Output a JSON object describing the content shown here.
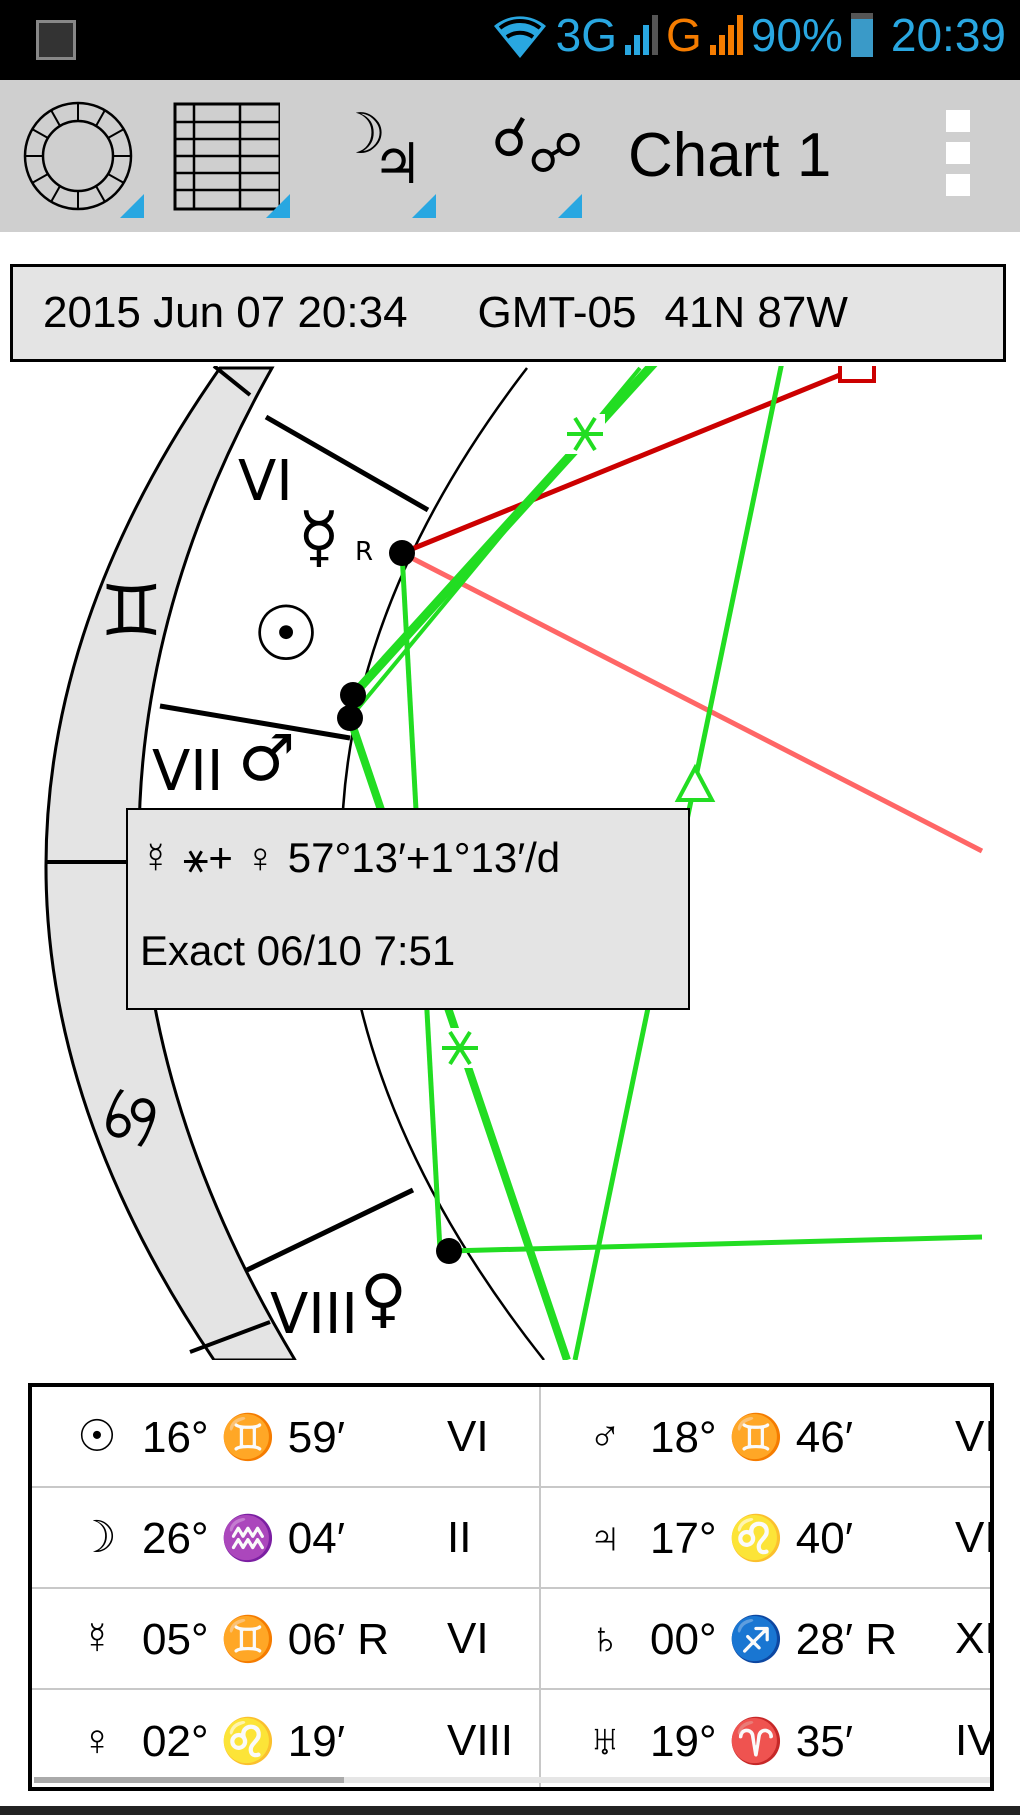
{
  "status_bar": {
    "net1": "3G",
    "net2": "G",
    "battery": "90%",
    "time": "20:39"
  },
  "toolbar": {
    "title": "Chart 1",
    "tools": [
      "wheel-chart",
      "table-view",
      "moon-jupiter",
      "aspect-view"
    ]
  },
  "info": {
    "datetime": "2015 Jun 07 20:34",
    "timezone": "GMT-05",
    "location": "41N 87W"
  },
  "chart": {
    "labels": {
      "house6": "VI",
      "house7": "VII",
      "house8": "VIII",
      "gemini": "♊",
      "cancer": "♋",
      "sun": "☉",
      "mercury": "☿",
      "mercury_retro": "R",
      "mars": "♂",
      "venus": "♀"
    },
    "colors": {
      "harmonious": "#22dd22",
      "hard": "#cc0000",
      "soft_hard": "#ff6666"
    }
  },
  "tooltip": {
    "line1": "☿ ⚹+ ♀ 57°13′+1°13′/d",
    "line2": "Exact 06/10 7:51"
  },
  "positions": {
    "left": [
      {
        "glyph": "☉",
        "pos": "16° ♊ 59′",
        "house": "VI"
      },
      {
        "glyph": "☽",
        "pos": "26° ♒ 04′",
        "house": "II"
      },
      {
        "glyph": "☿",
        "pos": "05° ♊ 06′ R",
        "house": "VI"
      },
      {
        "glyph": "♀",
        "pos": "02° ♌ 19′",
        "house": "VIII"
      }
    ],
    "right": [
      {
        "glyph": "♂",
        "pos": "18° ♊ 46′",
        "house": "VI"
      },
      {
        "glyph": "♃",
        "pos": "17° ♌ 40′",
        "house": "VI"
      },
      {
        "glyph": "♄",
        "pos": "00° ♐ 28′ R",
        "house": "XI"
      },
      {
        "glyph": "♅",
        "pos": "19° ♈ 35′",
        "house": "IV"
      }
    ]
  }
}
